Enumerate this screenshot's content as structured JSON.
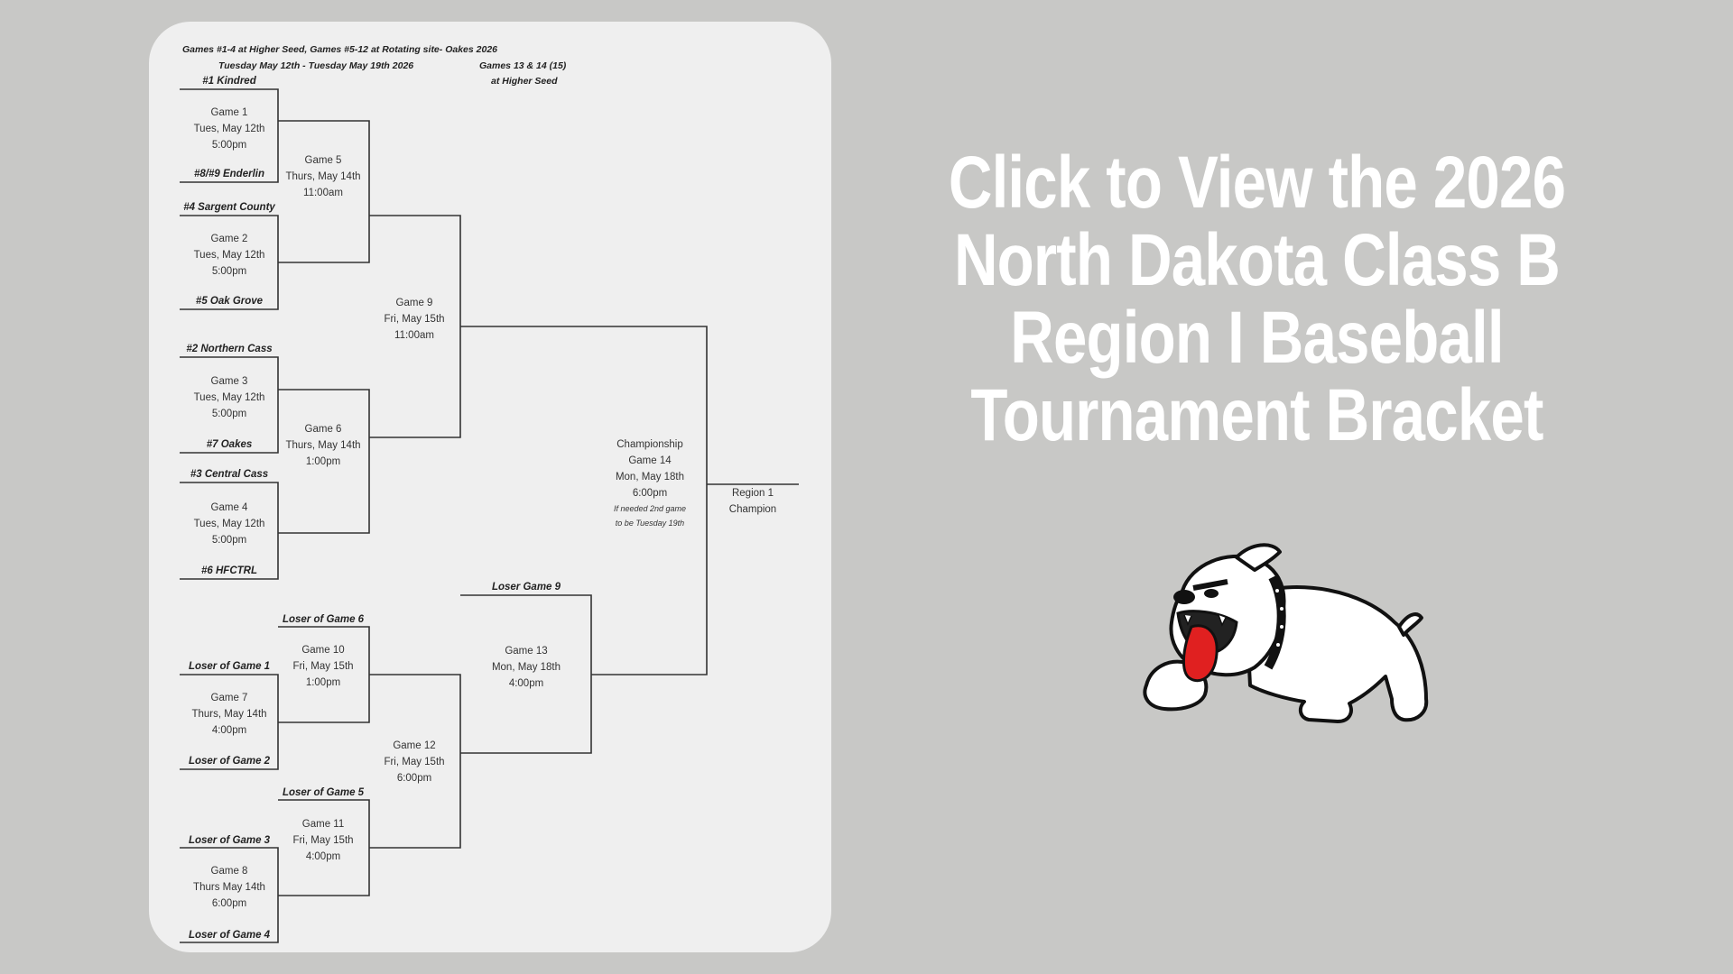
{
  "headline": "Click to View the 2026 North Dakota Class B Region I Baseball Tournament Bracket",
  "bracket": {
    "header_line1": "Games #1-4 at Higher Seed, Games #5-12 at Rotating site- Oakes 2026",
    "header_line2": "Tuesday May 12th - Tuesday May 19th 2026",
    "note_13_14_line1": "Games 13 & 14 (15)",
    "note_13_14_line2": "at Higher Seed",
    "teams": {
      "seed1": "#1  Kindred",
      "seed8_9": "#8/#9 Enderlin",
      "seed4": "#4  Sargent County",
      "seed5": "#5 Oak Grove",
      "seed2": "#2 Northern Cass",
      "seed7": "#7 Oakes",
      "seed3": "#3 Central Cass",
      "seed6": "#6 HFCTRL",
      "loser_g6": "Loser of Game 6",
      "loser_g1": "Loser of Game 1",
      "loser_g2": "Loser of Game 2",
      "loser_g5": "Loser of Game 5",
      "loser_g3": "Loser of Game 3",
      "loser_g4": "Loser of Game 4",
      "loser_g9": "Loser Game 9"
    },
    "games": {
      "g1": [
        "Game 1",
        "Tues, May 12th",
        "5:00pm"
      ],
      "g2": [
        "Game 2",
        "Tues, May 12th",
        "5:00pm"
      ],
      "g3": [
        "Game 3",
        "Tues, May 12th",
        "5:00pm"
      ],
      "g4": [
        "Game 4",
        "Tues, May 12th",
        "5:00pm"
      ],
      "g5": [
        "Game 5",
        "Thurs, May 14th",
        "11:00am"
      ],
      "g6": [
        "Game 6",
        "Thurs, May 14th",
        "1:00pm"
      ],
      "g7": [
        "Game 7",
        "Thurs, May 14th",
        "4:00pm"
      ],
      "g8": [
        "Game 8",
        "Thurs May 14th",
        "6:00pm"
      ],
      "g9": [
        "Game 9",
        "Fri, May 15th",
        "11:00am"
      ],
      "g10": [
        "Game 10",
        "Fri, May 15th",
        "1:00pm"
      ],
      "g11": [
        "Game 11",
        "Fri, May 15th",
        "4:00pm"
      ],
      "g12": [
        "Game 12",
        "Fri, May 15th",
        "6:00pm"
      ],
      "g13": [
        "Game 13",
        "Mon, May 18th",
        "4:00pm"
      ],
      "g14": [
        "Championship",
        "Game 14",
        "Mon, May 18th",
        "6:00pm"
      ]
    },
    "g14_note": [
      "If needed 2nd game",
      "to be Tuesday 19th"
    ],
    "champion": [
      "Region 1",
      "Champion"
    ]
  },
  "mascot_icon": "bulldog-mascot-icon",
  "colors": {
    "background": "#c8c8c6",
    "card": "#efefef",
    "headline": "#ffffff",
    "tongue": "#e02020"
  }
}
